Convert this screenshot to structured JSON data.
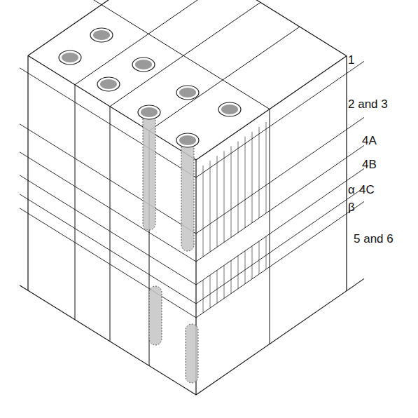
{
  "diagram": {
    "labels": [
      "1",
      "2 and 3",
      "4A",
      "4B",
      "α",
      "4C",
      "β",
      "5 and 6"
    ]
  }
}
